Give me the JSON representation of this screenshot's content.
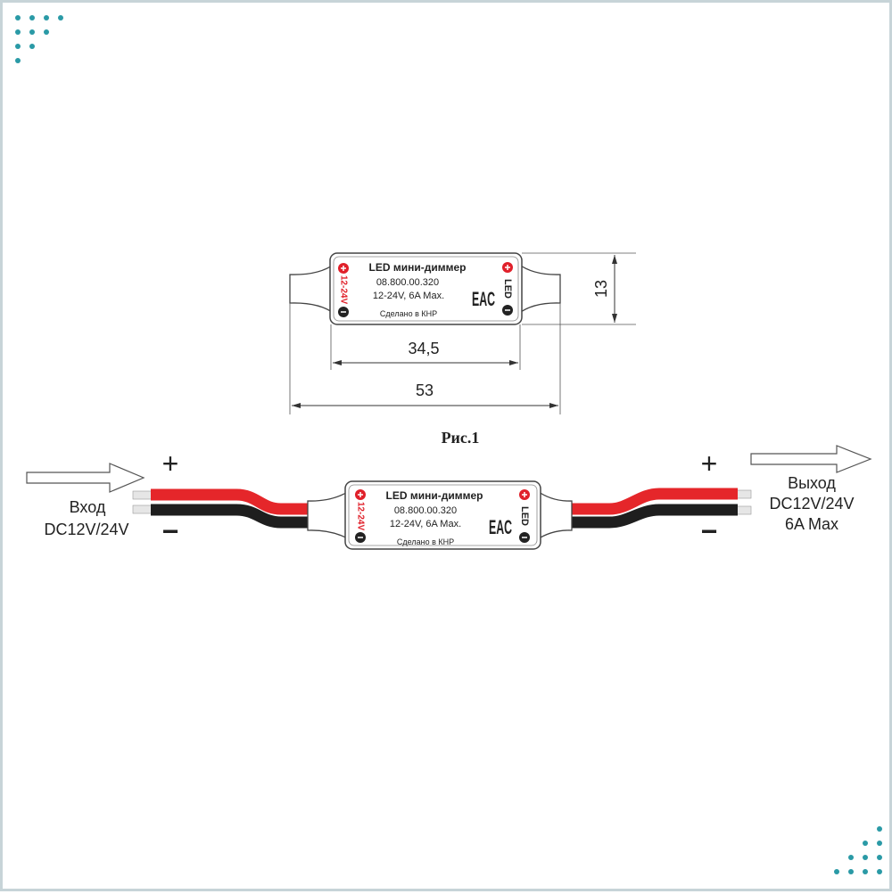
{
  "device": {
    "title": "LED мини-диммер",
    "code": "08.800.00.320",
    "specs": "12-24V,  6A Max.",
    "made": "Сделано в КНР",
    "voltage": "12-24V",
    "led": "LED",
    "eac": "EAC"
  },
  "dimensions": {
    "height": "13",
    "body_length": "34,5",
    "total_length": "53"
  },
  "figure_caption": "Рис.1",
  "input": {
    "title": "Вход",
    "spec": "DC12V/24V",
    "plus": "+",
    "minus": "−"
  },
  "output": {
    "title": "Выход",
    "spec": "DC12V/24V",
    "max": "6A Max",
    "plus": "+",
    "minus": "−"
  },
  "colors": {
    "wire_red": "#e5262a",
    "wire_black": "#1e1e1e",
    "mark_red": "#e0202a",
    "accent_dots": "#2a9aa6",
    "frame": "#c7d4d8"
  }
}
